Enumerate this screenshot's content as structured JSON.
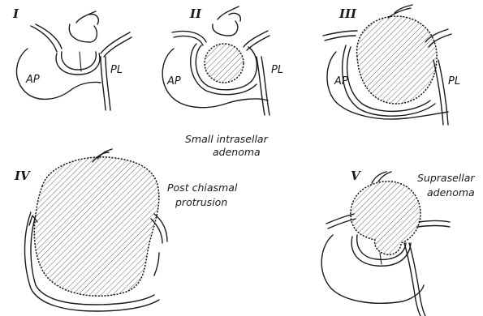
{
  "panels": [
    {
      "numeral": "I",
      "labels": [
        "AP",
        "PL"
      ]
    },
    {
      "numeral": "II",
      "labels": [
        "AP",
        "PL"
      ],
      "caption": [
        "Small intrasellar",
        "adenoma"
      ]
    },
    {
      "numeral": "III",
      "labels": [
        "AP",
        "PL"
      ]
    },
    {
      "numeral": "IV",
      "caption": [
        "Post chiasmal",
        "protrusion"
      ]
    },
    {
      "numeral": "V",
      "caption": [
        "Suprasellar",
        "adenoma"
      ]
    }
  ],
  "colors": {
    "ink": "#1a1a1a",
    "background": "#ffffff"
  }
}
